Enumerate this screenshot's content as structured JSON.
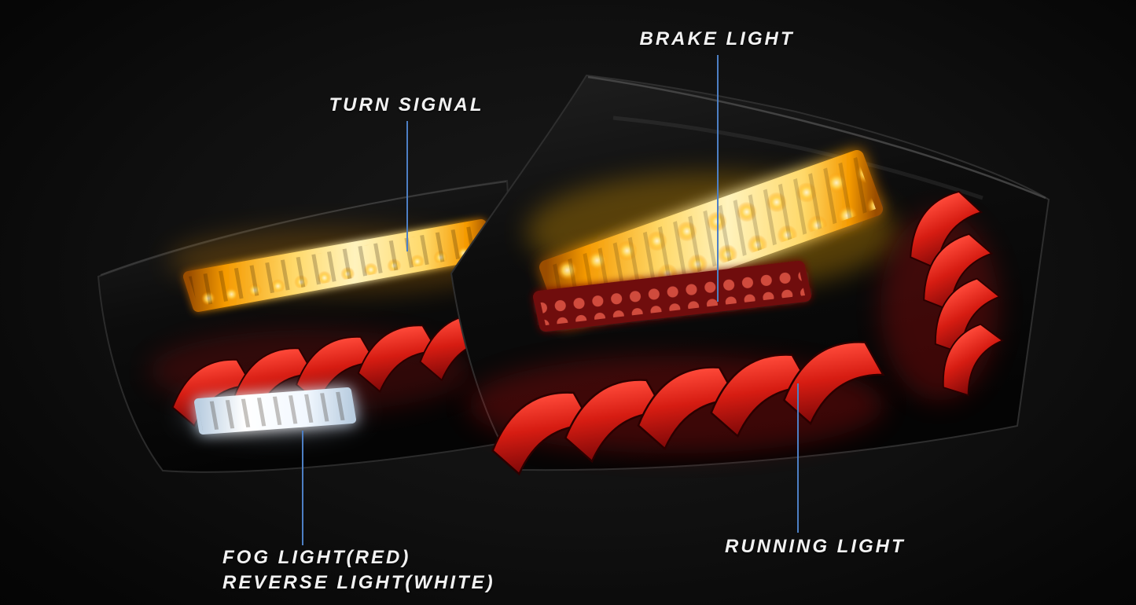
{
  "annotations": {
    "brake_light": {
      "label": "BRAKE LIGHT"
    },
    "turn_signal": {
      "label": "TURN SIGNAL"
    },
    "running_light": {
      "label": "RUNNING LIGHT"
    },
    "fog_reverse": {
      "line1": "FOG LIGHT(RED)",
      "line2": "REVERSE LIGHT(WHITE)"
    }
  },
  "colors": {
    "background": "#0a0a0a",
    "callout_line_blue": "#4d7fc4",
    "label_text": "#f2f2f2",
    "turn_signal_amber": "#ffc43f",
    "brake_running_red": "#d61c12",
    "reverse_white": "#eef4ff"
  }
}
